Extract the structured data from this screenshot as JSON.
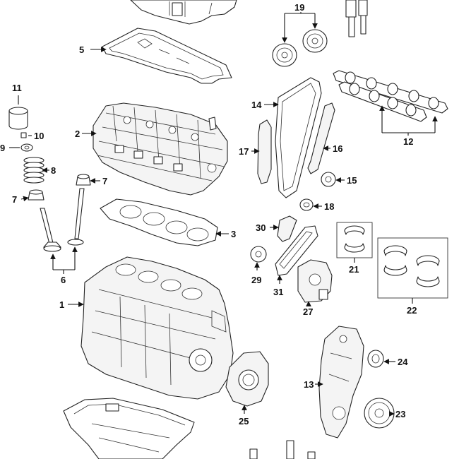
{
  "callouts": {
    "c1": "1",
    "c2": "2",
    "c3": "3",
    "c5": "5",
    "c6": "6",
    "c7a": "7",
    "c7b": "7",
    "c8": "8",
    "c9": "9",
    "c10": "10",
    "c11": "11",
    "c12": "12",
    "c13": "13",
    "c14": "14",
    "c15": "15",
    "c16": "16",
    "c17": "17",
    "c18": "18",
    "c19": "19",
    "c21": "21",
    "c22": "22",
    "c23": "23",
    "c24": "24",
    "c25": "25",
    "c27": "27",
    "c29": "29",
    "c30": "30",
    "c31": "31"
  },
  "colors": {
    "line": "#222222",
    "background": "#ffffff"
  }
}
